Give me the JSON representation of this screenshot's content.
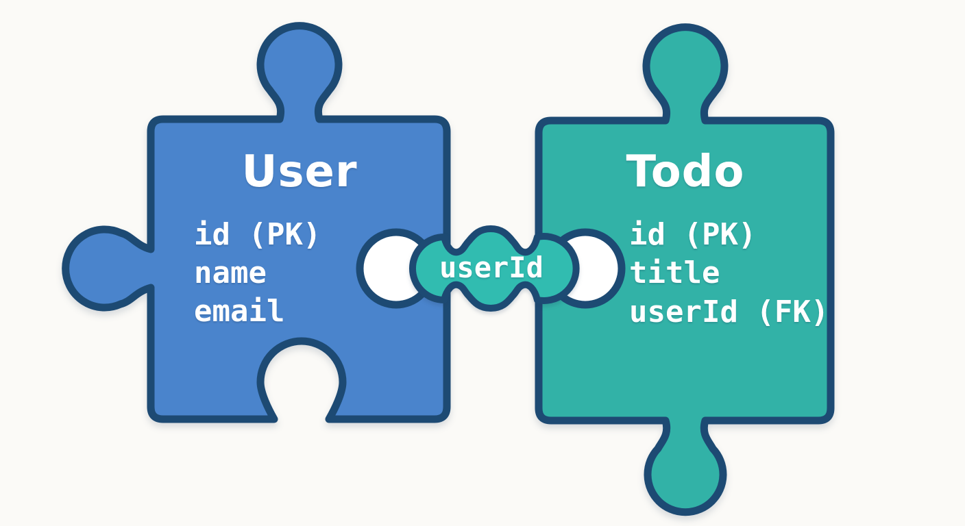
{
  "diagram": {
    "background_color": "#fbfaf7",
    "outline_color": "#1d4a73",
    "text_color": "#ffffff",
    "user_piece": {
      "title": "User",
      "fields": [
        "id (PK)",
        "name",
        "email"
      ],
      "fill_color": "#4a84cc"
    },
    "todo_piece": {
      "title": "Todo",
      "fields": [
        "id (PK)",
        "title",
        "userId (FK)"
      ],
      "fill_color": "#32b2a7"
    },
    "connector": {
      "label": "userId",
      "fill_color": "#31bcb0"
    }
  }
}
